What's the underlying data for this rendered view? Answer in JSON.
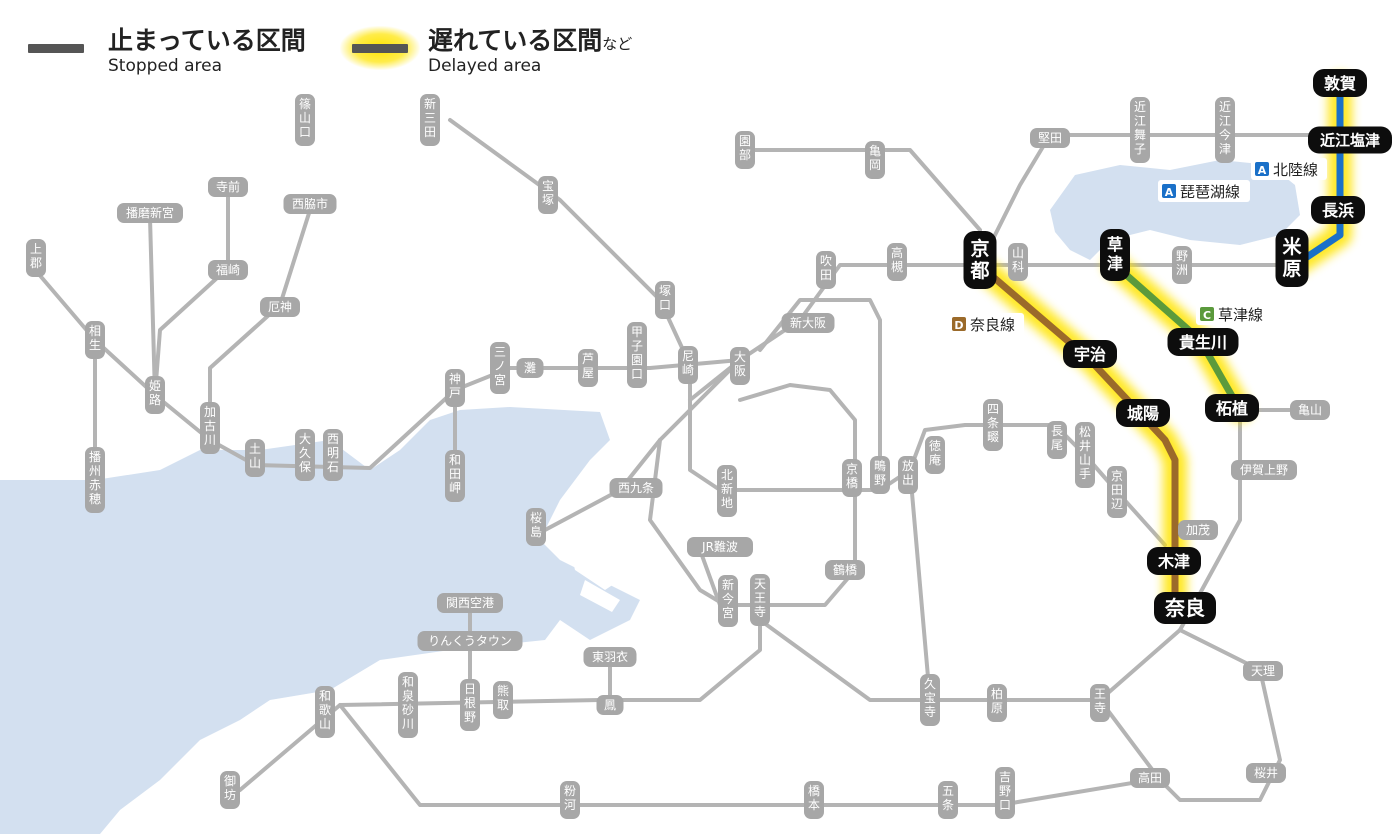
{
  "legend": {
    "stopped_title": "止まっている区間",
    "stopped_sub": "Stopped area",
    "delayed_title": "遅れている区間",
    "delayed_title_small": "など",
    "delayed_sub": "Delayed area",
    "stopped_color": "#555555",
    "delay_glow_color": "#ffe400"
  },
  "colors": {
    "sea": "#d3e0f0",
    "track": "#b4b4b4",
    "gray_label_bg": "#a7a7a7",
    "black_label_bg": "#0d0d0d",
    "hokuriku": "#1a70c8",
    "kusatsu": "#5b9a3c",
    "nara": "#9b6a2a"
  },
  "line_labels": [
    {
      "badge": "A",
      "name": "北陸線",
      "color": "#1a70c8"
    },
    {
      "badge": "A",
      "name": "琵琶湖線",
      "color": "#1a70c8"
    },
    {
      "badge": "C",
      "name": "草津線",
      "color": "#5b9a3c"
    },
    {
      "badge": "D",
      "name": "奈良線",
      "color": "#9b6a2a"
    }
  ],
  "stations_black": [
    "敦賀",
    "近江塩津",
    "長浜",
    "米原",
    "京都",
    "草津",
    "宇治",
    "貴生川",
    "城陽",
    "柘植",
    "木津",
    "奈良"
  ],
  "stations_gray": [
    "篠山口",
    "新三田",
    "宝塚",
    "園部",
    "亀岡",
    "堅田",
    "近江舞子",
    "近江今津",
    "寺前",
    "播磨新宮",
    "西脇市",
    "上郡",
    "福崎",
    "厄神",
    "相生",
    "姫路",
    "加古川",
    "土山",
    "大久保",
    "西明石",
    "神戸",
    "和田岬",
    "三ノ宮",
    "灘",
    "芦屋",
    "甲子園口",
    "尼崎",
    "大阪",
    "塚口",
    "吹田",
    "新大阪",
    "高槻",
    "山科",
    "野洲",
    "亀山",
    "伊賀上野",
    "加茂",
    "京田辺",
    "松井山手",
    "長尾",
    "四条畷",
    "徳庵",
    "放出",
    "鴫野",
    "京橋",
    "北新地",
    "西九条",
    "桜島",
    "JR難波",
    "新今宮",
    "天王寺",
    "鶴橋",
    "播州赤穂",
    "関西空港",
    "りんくうタウン",
    "東羽衣",
    "鳳",
    "日根野",
    "熊取",
    "和泉砂川",
    "和歌山",
    "御坊",
    "粉河",
    "橋本",
    "五条",
    "吉野口",
    "高田",
    "王寺",
    "久宝寺",
    "柏原",
    "天理",
    "桜井"
  ]
}
